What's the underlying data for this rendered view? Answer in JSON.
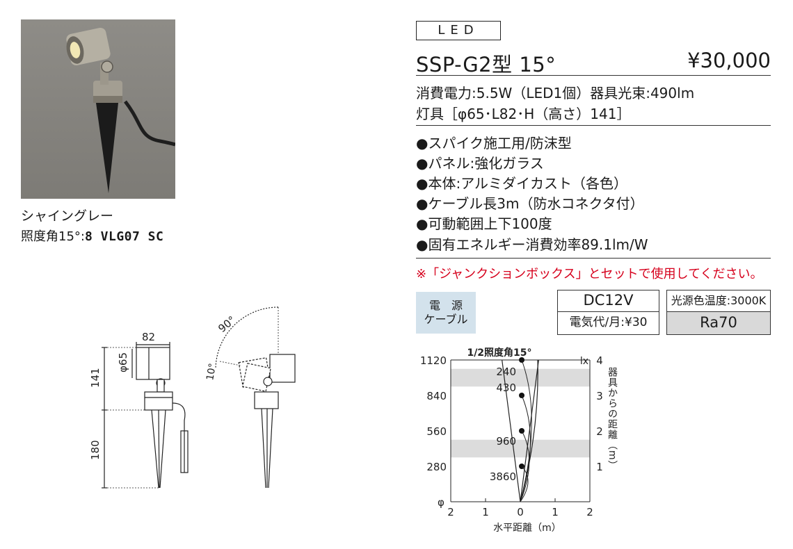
{
  "product": {
    "color_name": "シャイングレー",
    "beam_angle_label": "照度角15°:",
    "beam_code": "8 VLG07 SC"
  },
  "header": {
    "tag": "LED",
    "model": "SSP-G2型 15°",
    "price": "¥30,000"
  },
  "specs": {
    "line1": "消費電力:5.5W（LED1個）器具光束:490lm",
    "line2": "灯具［φ65･L82･H（高さ）141］"
  },
  "features": [
    "●スパイク施工用/防沫型",
    "●パネル:強化ガラス",
    "●本体:アルミダイカスト（各色）",
    "●ケーブル長3m（防水コネクタ付）",
    "●可動範囲上下100度",
    "●固有エネルギー消費効率89.1lm/W"
  ],
  "note": "※「ジャンクションボックス」とセットで使用してください。",
  "power": {
    "label_line1": "電　源",
    "label_line2": "ケーブル",
    "voltage": "DC12V",
    "fee": "電気代/月:¥30",
    "color_temp": "光源色温度:3000K",
    "ra": "Ra70"
  },
  "dimensions": {
    "width": "82",
    "diameter": "φ65",
    "head_height": "141",
    "spike_length": "180",
    "tilt_up": "90°",
    "tilt_down": "10°"
  },
  "chart_data": {
    "type": "illuminance-distribution",
    "title": "1/2照度角15°",
    "unit_label": "lx",
    "xlabel": "水平距離（m）",
    "ylabel": "器具からの距離（m）",
    "origin_label": "φ",
    "x_ticks": [
      "2",
      "1",
      "0",
      "1",
      "2"
    ],
    "x_values": [
      -2,
      -1,
      0,
      1,
      2
    ],
    "left_ticks": [
      "1120",
      "840",
      "560",
      "280"
    ],
    "right_ticks": [
      "4",
      "3",
      "2",
      "1"
    ],
    "distance_values": [
      4,
      3,
      2,
      1
    ],
    "lux_points": [
      {
        "distance": 4,
        "lux": "240"
      },
      {
        "distance": 3,
        "lux": "430"
      },
      {
        "distance": 2,
        "lux": "960"
      },
      {
        "distance": 1,
        "lux": "3860"
      }
    ],
    "xlim": [
      -2,
      2
    ],
    "ylim": [
      0,
      4
    ],
    "beam_half_angle_deg": 7.5
  },
  "colors": {
    "note_red": "#d6001c",
    "power_label_bg": "#d3e2ec",
    "band_gray": "#dcdcdc"
  }
}
